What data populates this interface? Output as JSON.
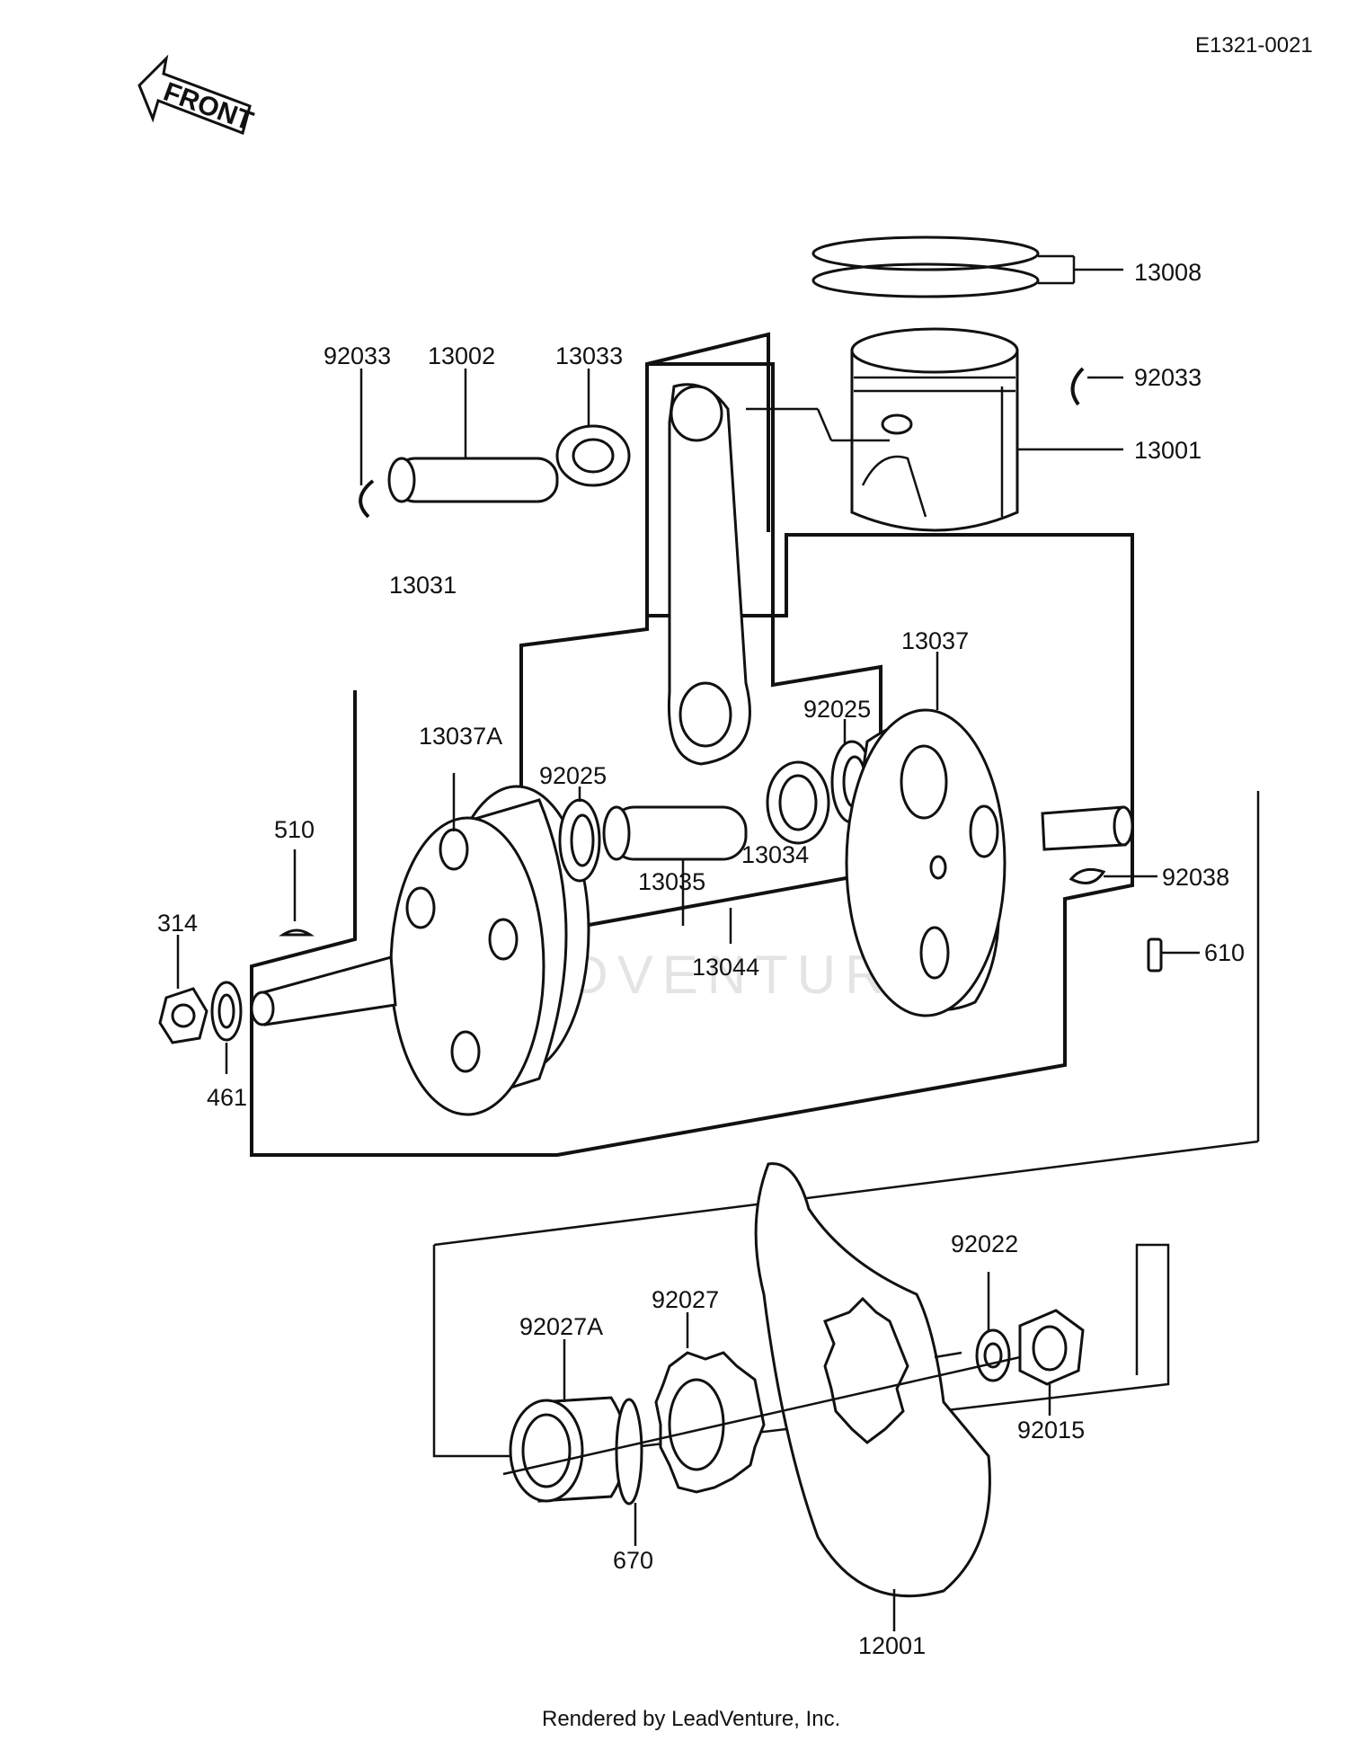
{
  "document_id": "E1321-0021",
  "front_label": "FRONT",
  "watermark": "LEADVENTURE",
  "footer": "Rendered by LeadVenture, Inc.",
  "callouts": {
    "p13008": "13008",
    "p92033_left": "92033",
    "p13002": "13002",
    "p13033": "13033",
    "p92033_right": "92033",
    "p13001": "13001",
    "p13031": "13031",
    "p13037": "13037",
    "p13037A": "13037A",
    "p92025_right": "92025",
    "p92025_left": "92025",
    "p510": "510",
    "p314": "314",
    "p13034": "13034",
    "p13035": "13035",
    "p92038": "92038",
    "p610": "610",
    "p13044": "13044",
    "p461": "461",
    "p92022": "92022",
    "p92027": "92027",
    "p92027A": "92027A",
    "p92015": "92015",
    "p670": "670",
    "p12001": "12001"
  }
}
